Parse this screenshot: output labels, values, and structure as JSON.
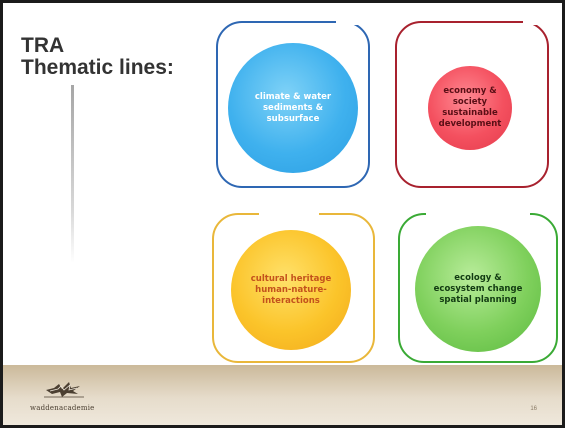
{
  "slide": {
    "title_line1": "TRA",
    "title_line2": "Thematic lines:",
    "page_number": "16"
  },
  "themes": {
    "climate": {
      "lines": [
        "climate & water",
        "sediments &",
        "subsurface"
      ],
      "fill_color": "#3fb1ee",
      "frame_color": "#2e67b3",
      "text_color": "#ffffff"
    },
    "economy": {
      "lines": [
        "economy &",
        "society",
        "sustainable",
        "development"
      ],
      "fill_color": "#f4505f",
      "frame_color": "#a8212e",
      "text_color": "#5a0f16"
    },
    "heritage": {
      "lines": [
        "cultural heritage",
        "human-nature-",
        "interactions"
      ],
      "fill_color": "#fbc42a",
      "frame_color": "#e9b73a",
      "text_color": "#c3521c"
    },
    "ecology": {
      "lines": [
        "ecology &",
        "ecosystem change",
        "spatial planning"
      ],
      "fill_color": "#7fd05c",
      "frame_color": "#3aaa35",
      "text_color": "#123b12"
    }
  },
  "footer": {
    "logo_text": "waddenacademie",
    "logo_icon": "wadden-bird-logo"
  }
}
